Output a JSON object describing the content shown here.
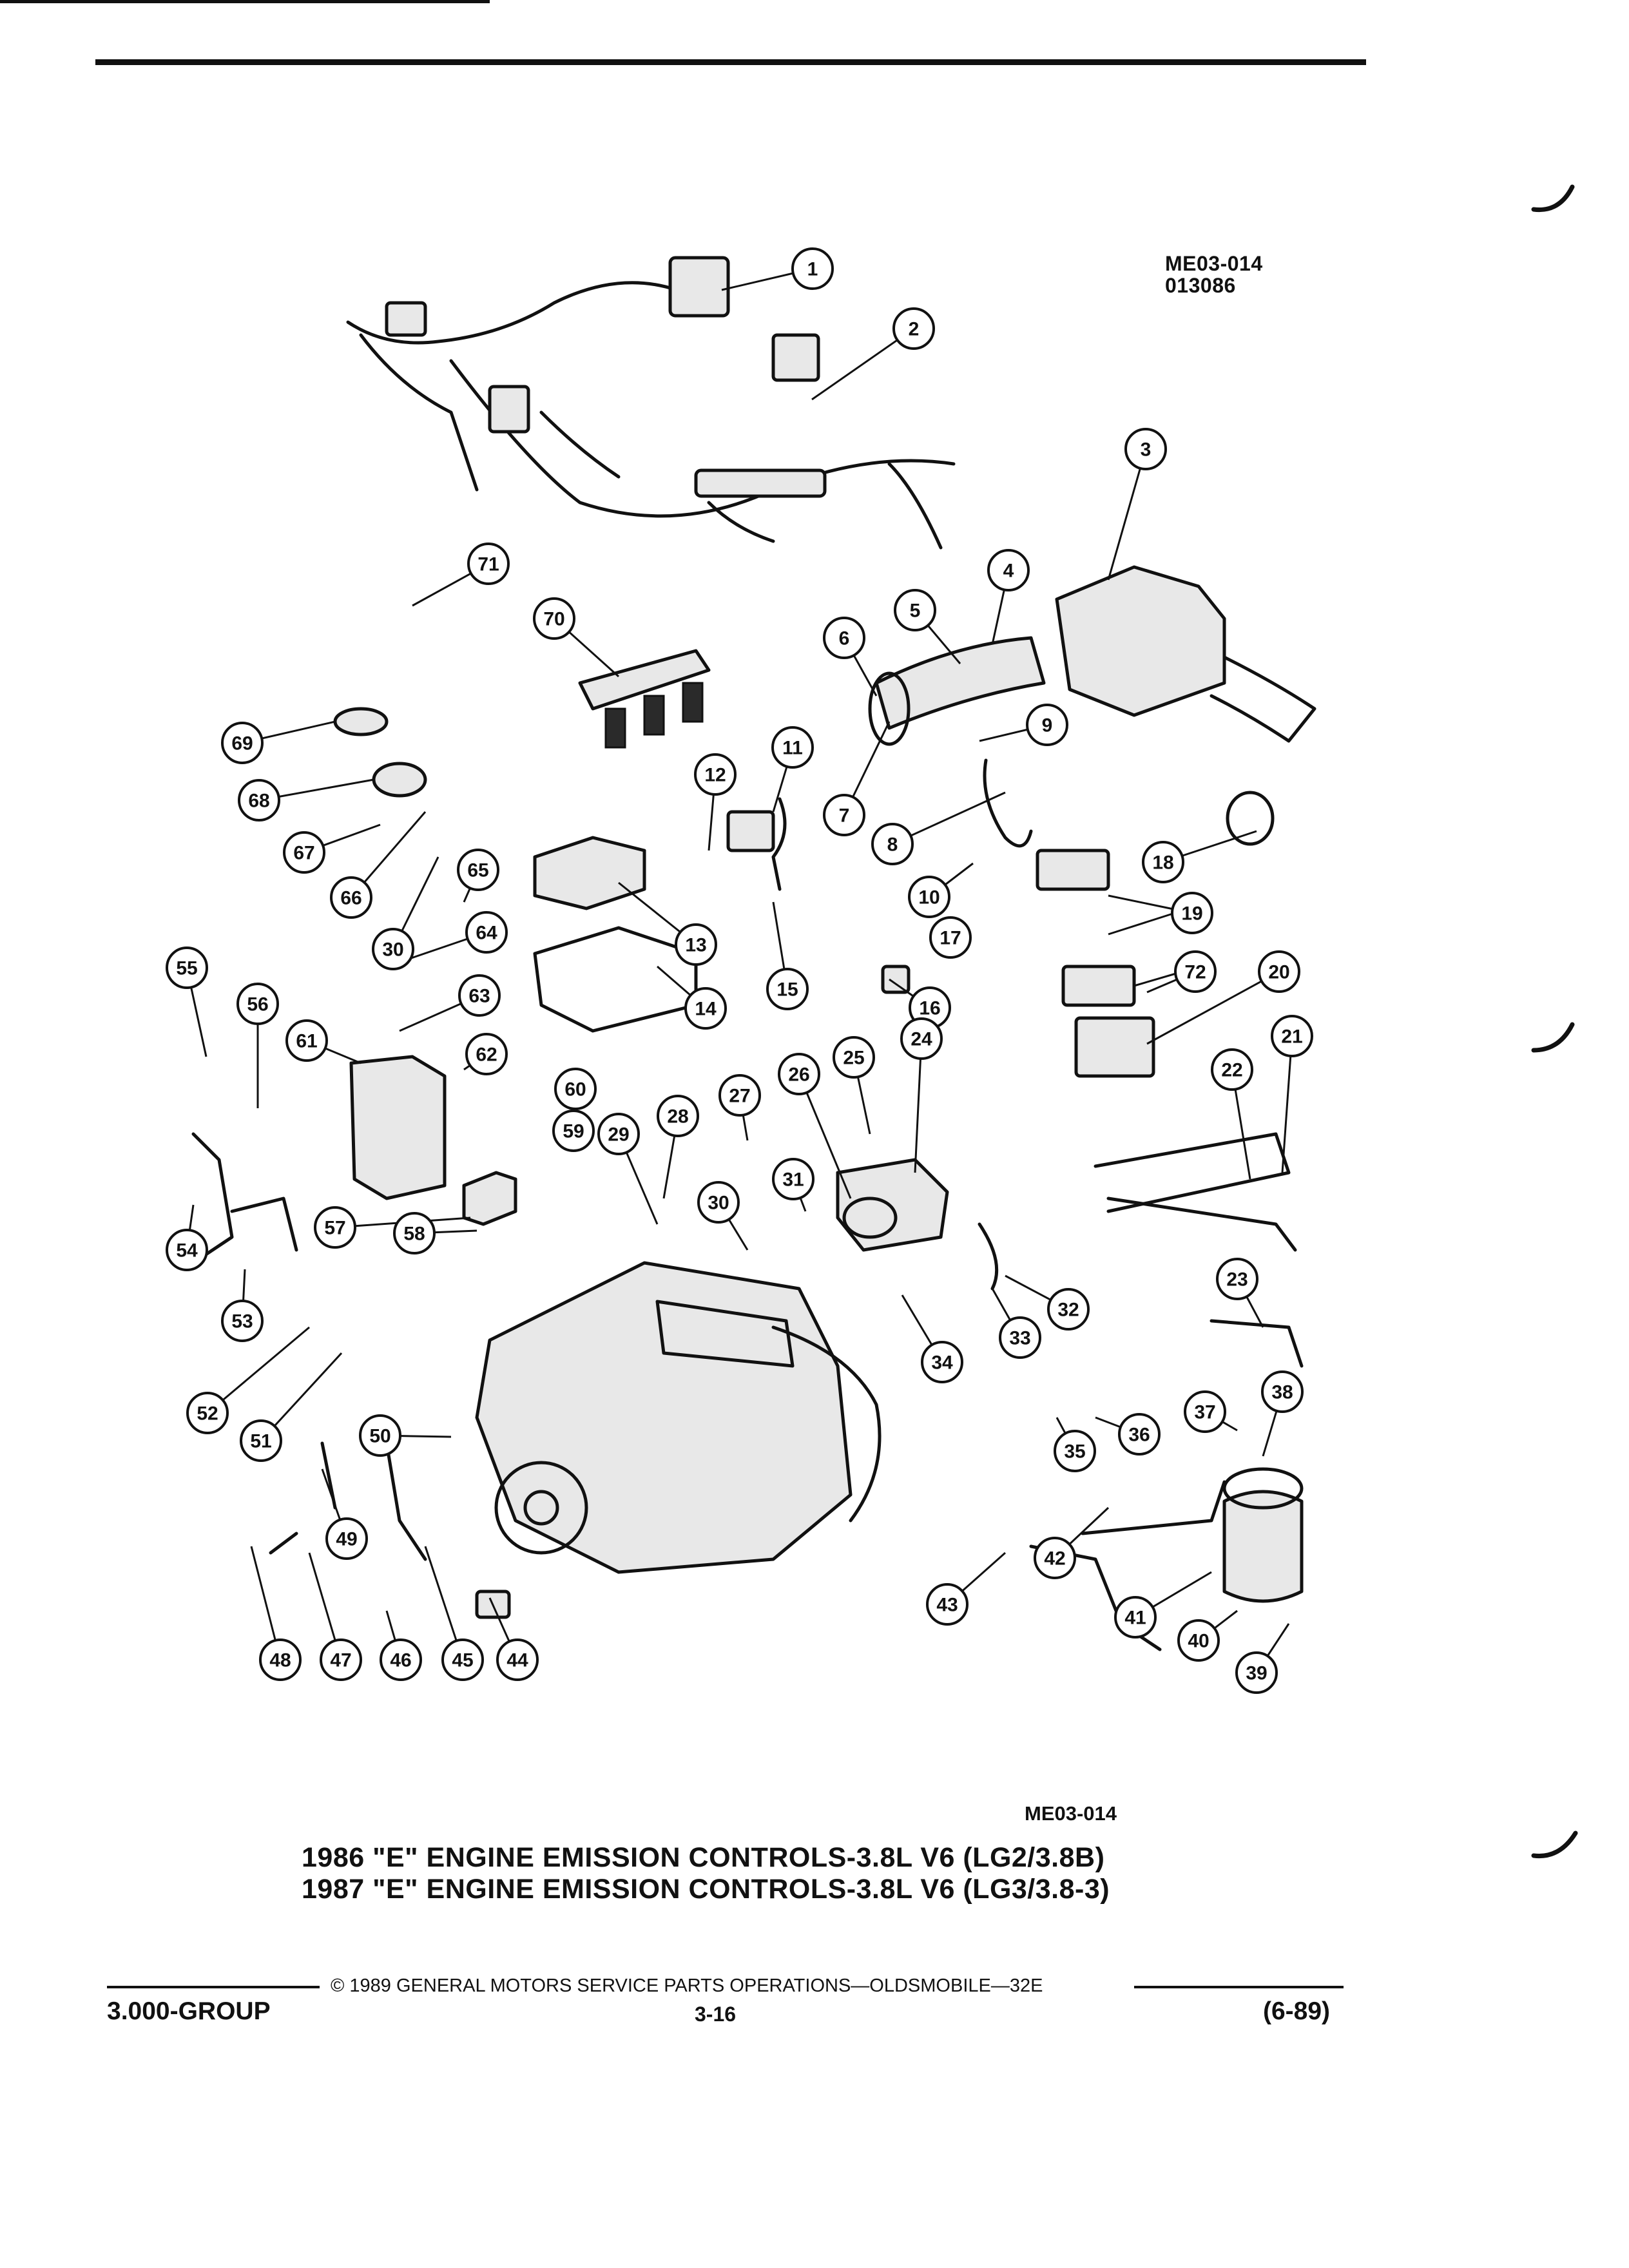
{
  "header": {
    "drawing_code": "ME03-014",
    "drawing_date": "013086"
  },
  "figure": {
    "drawing_code": "ME03-014",
    "title_lines": [
      "1986 \"E\" ENGINE EMISSION CONTROLS-3.8L V6 (LG2/3.8B)",
      "1987 \"E\" ENGINE EMISSION CONTROLS-3.8L V6 (LG3/3.8-3)"
    ]
  },
  "callouts": [
    "1",
    "2",
    "3",
    "4",
    "5",
    "6",
    "7",
    "8",
    "9",
    "10",
    "11",
    "12",
    "13",
    "14",
    "15",
    "16",
    "17",
    "18",
    "19",
    "20",
    "21",
    "22",
    "23",
    "24",
    "25",
    "26",
    "27",
    "28",
    "29",
    "30",
    "31",
    "32",
    "33",
    "34",
    "35",
    "36",
    "37",
    "38",
    "39",
    "40",
    "41",
    "42",
    "43",
    "44",
    "45",
    "46",
    "47",
    "48",
    "49",
    "50",
    "51",
    "52",
    "53",
    "54",
    "55",
    "56",
    "57",
    "58",
    "59",
    "60",
    "61",
    "62",
    "63",
    "64",
    "65",
    "66",
    "67",
    "68",
    "69",
    "70",
    "71",
    "72",
    "30"
  ],
  "footer": {
    "copyright": "© 1989 GENERAL MOTORS SERVICE PARTS OPERATIONS—OLDSMOBILE—32E",
    "group": "3.000-GROUP",
    "page": "3-16",
    "revision": "(6-89)"
  }
}
